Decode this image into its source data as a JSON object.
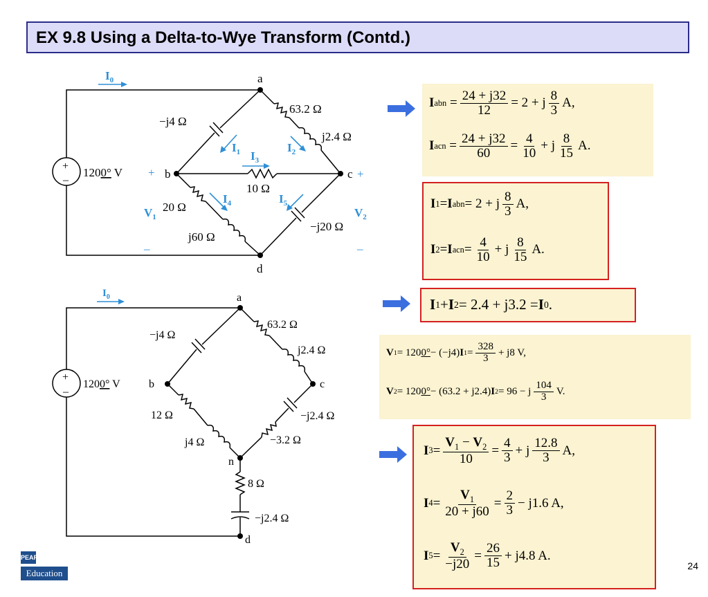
{
  "title": "EX 9.8 Using a Delta-to-Wye Transform (Contd.)",
  "page_number": "24",
  "logo": {
    "top": "PEAR",
    "bottom": "Education"
  },
  "colors": {
    "accent_blue": "#2f8fd6",
    "arrow_blue": "#3b6fe0",
    "box_red": "#d42020",
    "box_yellow": "#fbf3d1",
    "title_bg": "#dcdcf8",
    "title_border": "#2b2b8a"
  },
  "circuit1": {
    "current_I0": "I",
    "current_I0_sub": "0",
    "node_a": "a",
    "node_b": "b",
    "node_c": "c",
    "node_d": "d",
    "r_ac": "63.2 Ω",
    "l_ac": "j2.4 Ω",
    "c_ab": "−j4 Ω",
    "r_bc": "10 Ω",
    "r_bd": "20 Ω",
    "l_bd": "j60 Ω",
    "c_cd": "−j20 Ω",
    "source": "120",
    "source_angle": "0°",
    "source_unit": " V",
    "i1": "I",
    "i1_sub": "1",
    "i2": "I",
    "i2_sub": "2",
    "i3": "I",
    "i3_sub": "3",
    "i4": "I",
    "i4_sub": "4",
    "i5": "I",
    "i5_sub": "5",
    "v1": "V",
    "v1_sub": "1",
    "v2": "V",
    "v2_sub": "2",
    "plus": "+",
    "minus": "–"
  },
  "circuit2": {
    "current_I0": "I",
    "current_I0_sub": "0",
    "node_a": "a",
    "node_b": "b",
    "node_c": "c",
    "node_d": "d",
    "node_n": "n",
    "r_ac": "63.2 Ω",
    "l_ac": "j2.4 Ω",
    "c_ab": "−j4 Ω",
    "r_bn": "12 Ω",
    "l_bn": "j4 Ω",
    "c_cn": "−j2.4 Ω",
    "r_cn": "−3.2 Ω",
    "r_nd": "8 Ω",
    "c_nd": "−j2.4 Ω",
    "source": "120",
    "source_angle": "0°",
    "source_unit": " V"
  },
  "equations": {
    "eq1": {
      "lhs": "I",
      "lhs_sub": "abn",
      "num": "24 + j32",
      "den": "12",
      "mid": " = 2 + j",
      "fnum": "8",
      "fden": "3",
      "tail": " A,"
    },
    "eq2": {
      "lhs": "I",
      "lhs_sub": "acn",
      "num": "24 + j32",
      "den": "60",
      "mid": " = ",
      "f1num": "4",
      "f1den": "10",
      "mid2": " + j",
      "f2num": "8",
      "f2den": "15",
      "tail": " A."
    },
    "eq3": {
      "lhs": "I",
      "lhs_sub": "1",
      "eqI": " = ",
      "I2": "I",
      "I2_sub": "abn",
      "mid": " = 2 + j",
      "fnum": "8",
      "fden": "3",
      "tail": " A,"
    },
    "eq4": {
      "lhs": "I",
      "lhs_sub": "2",
      "eqI": " = ",
      "I2": "I",
      "I2_sub": "acn",
      "mid": " = ",
      "f1num": "4",
      "f1den": "10",
      "mid2": " + j",
      "f2num": "8",
      "f2den": "15",
      "tail": " A."
    },
    "eq5": {
      "a": "I",
      "a_sub": "1",
      "plus": " + ",
      "b": "I",
      "b_sub": "2",
      "mid": " = 2.4 + j3.2 = ",
      "c": "I",
      "c_sub": "0",
      "tail": "."
    },
    "eq6": {
      "lhs": "V",
      "lhs_sub": "1",
      "mid": " = 120 ",
      "angle": "0°",
      "mid2": " − (−j4)",
      "I": "I",
      "I_sub": "1",
      "mid3": " = ",
      "fnum": "328",
      "fden": "3",
      "tail": " + j8 V,"
    },
    "eq7": {
      "lhs": "V",
      "lhs_sub": "2",
      "mid": " = 120 ",
      "angle": "0°",
      "mid2": " − (63.2 + j2.4)",
      "I": "I",
      "I_sub": "2",
      "mid3": " = 96 − j",
      "fnum": "104",
      "fden": "3",
      "tail": " V."
    },
    "eq8": {
      "lhs": "I",
      "lhs_sub": "3",
      "eq": " = ",
      "num_a": "V",
      "num_a_sub": "1",
      "num_op": " − ",
      "num_b": "V",
      "num_b_sub": "2",
      "den": "10",
      "mid": " = ",
      "f1num": "4",
      "f1den": "3",
      "mid2": " + j",
      "f2num": "12.8",
      "f2den": "3",
      "tail": " A,"
    },
    "eq9": {
      "lhs": "I",
      "lhs_sub": "4",
      "eq": " = ",
      "num_a": "V",
      "num_a_sub": "1",
      "den": "20 + j60",
      "mid": " = ",
      "f1num": "2",
      "f1den": "3",
      "tail": " − j1.6 A,"
    },
    "eq10": {
      "lhs": "I",
      "lhs_sub": "5",
      "eq": " = ",
      "num_a": "V",
      "num_a_sub": "2",
      "den": "−j20",
      "mid": " = ",
      "f1num": "26",
      "f1den": "15",
      "tail": " + j4.8 A."
    }
  }
}
